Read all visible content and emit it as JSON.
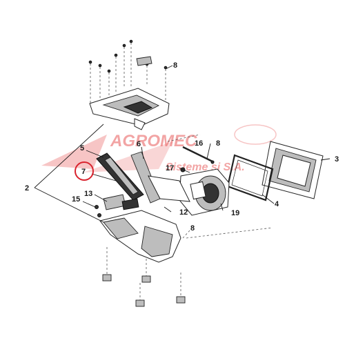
{
  "watermark": {
    "line1": "AGROMEC",
    "line2": "Sisteme si S.A.",
    "color": "#e85a5a"
  },
  "highlight_color": "#d9232e",
  "callouts": [
    {
      "id": "2",
      "label": "2"
    },
    {
      "id": "3",
      "label": "3"
    },
    {
      "id": "4",
      "label": "4"
    },
    {
      "id": "5",
      "label": "5"
    },
    {
      "id": "6",
      "label": "6"
    },
    {
      "id": "7",
      "label": "7",
      "highlighted": true
    },
    {
      "id": "8a",
      "label": "8"
    },
    {
      "id": "8b",
      "label": "8"
    },
    {
      "id": "8c",
      "label": "8"
    },
    {
      "id": "12",
      "label": "12"
    },
    {
      "id": "13",
      "label": "13"
    },
    {
      "id": "15",
      "label": "15"
    },
    {
      "id": "16",
      "label": "16"
    },
    {
      "id": "17",
      "label": "17"
    },
    {
      "id": "19",
      "label": "19"
    }
  ]
}
